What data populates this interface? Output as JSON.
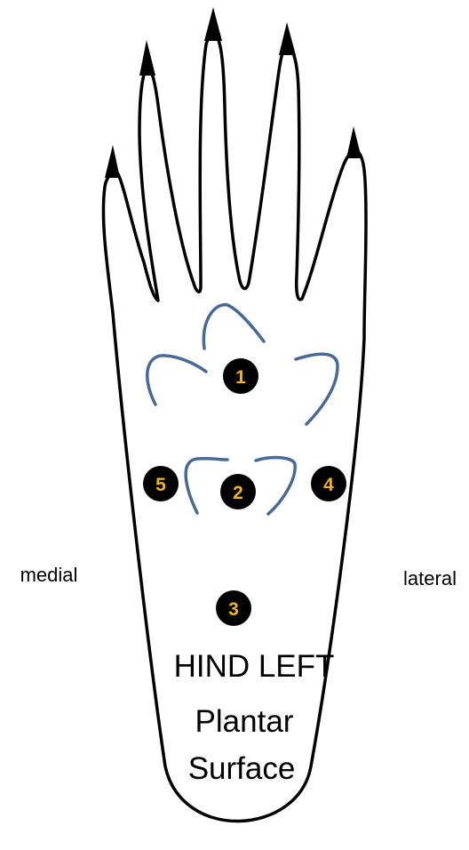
{
  "labels": {
    "medial": "medial",
    "lateral": "lateral"
  },
  "title": {
    "line1": "HIND LEFT",
    "line2": "Plantar",
    "line3": "Surface"
  },
  "markers": [
    {
      "id": "1"
    },
    {
      "id": "2"
    },
    {
      "id": "3"
    },
    {
      "id": "4"
    },
    {
      "id": "5"
    }
  ],
  "colors": {
    "outline": "#000000",
    "pad_lines": "#4a6a94",
    "marker_fill": "#000000",
    "marker_text": "#f0b323"
  }
}
